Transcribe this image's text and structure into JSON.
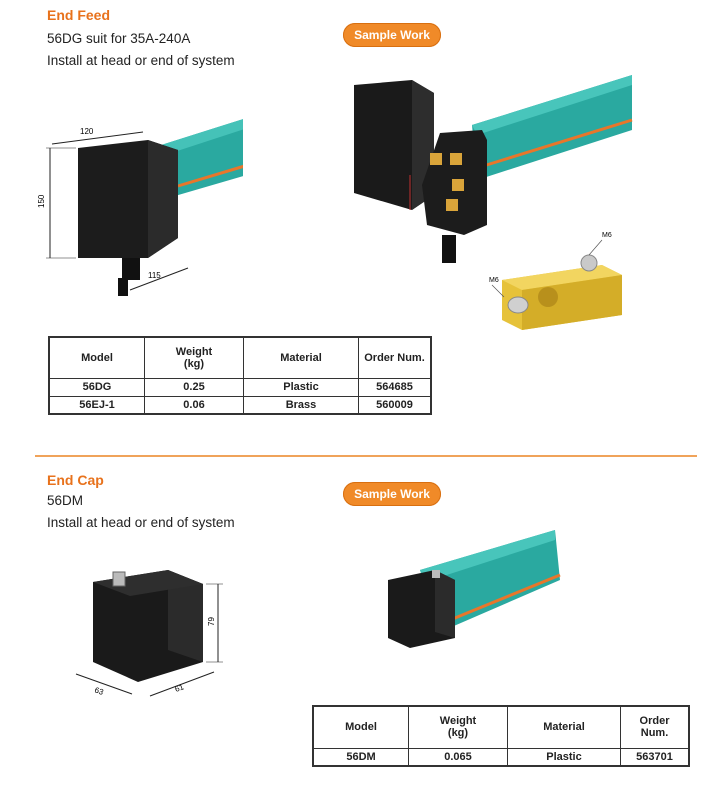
{
  "end_feed": {
    "title": "End Feed",
    "line1": "56DG suit for 35A-240A",
    "line2": "Install at head or end of system",
    "sample_label": "Sample Work",
    "dims": {
      "w": "120",
      "h": "150",
      "d": "115"
    },
    "sample_labels": {
      "m6_top": "M6",
      "m6_left": "M6"
    },
    "table": {
      "headers": [
        "Model",
        "Weight\n(kg)",
        "Material",
        "Order Num."
      ],
      "rows": [
        [
          "56DG",
          "0.25",
          "Plastic",
          "564685"
        ],
        [
          "56EJ-1",
          "0.06",
          "Brass",
          "560009"
        ]
      ]
    }
  },
  "end_cap": {
    "title": "End Cap",
    "line1": "56DM",
    "line2": "Install at head or end of system",
    "sample_label": "Sample Work",
    "dims": {
      "h": "79",
      "a": "63",
      "b": "61"
    },
    "table": {
      "headers": [
        "Model",
        "Weight\n(kg)",
        "Material",
        "Order Num."
      ],
      "rows": [
        [
          "56DM",
          "0.065",
          "Plastic",
          "563701"
        ]
      ]
    }
  },
  "colors": {
    "accent": "#e8721c",
    "pill": "#f08a28",
    "rail_teal": "#2aa9a0",
    "rail_stripe": "#e8762a",
    "housing": "#1c1c1c",
    "brass": "#e6c23a"
  }
}
